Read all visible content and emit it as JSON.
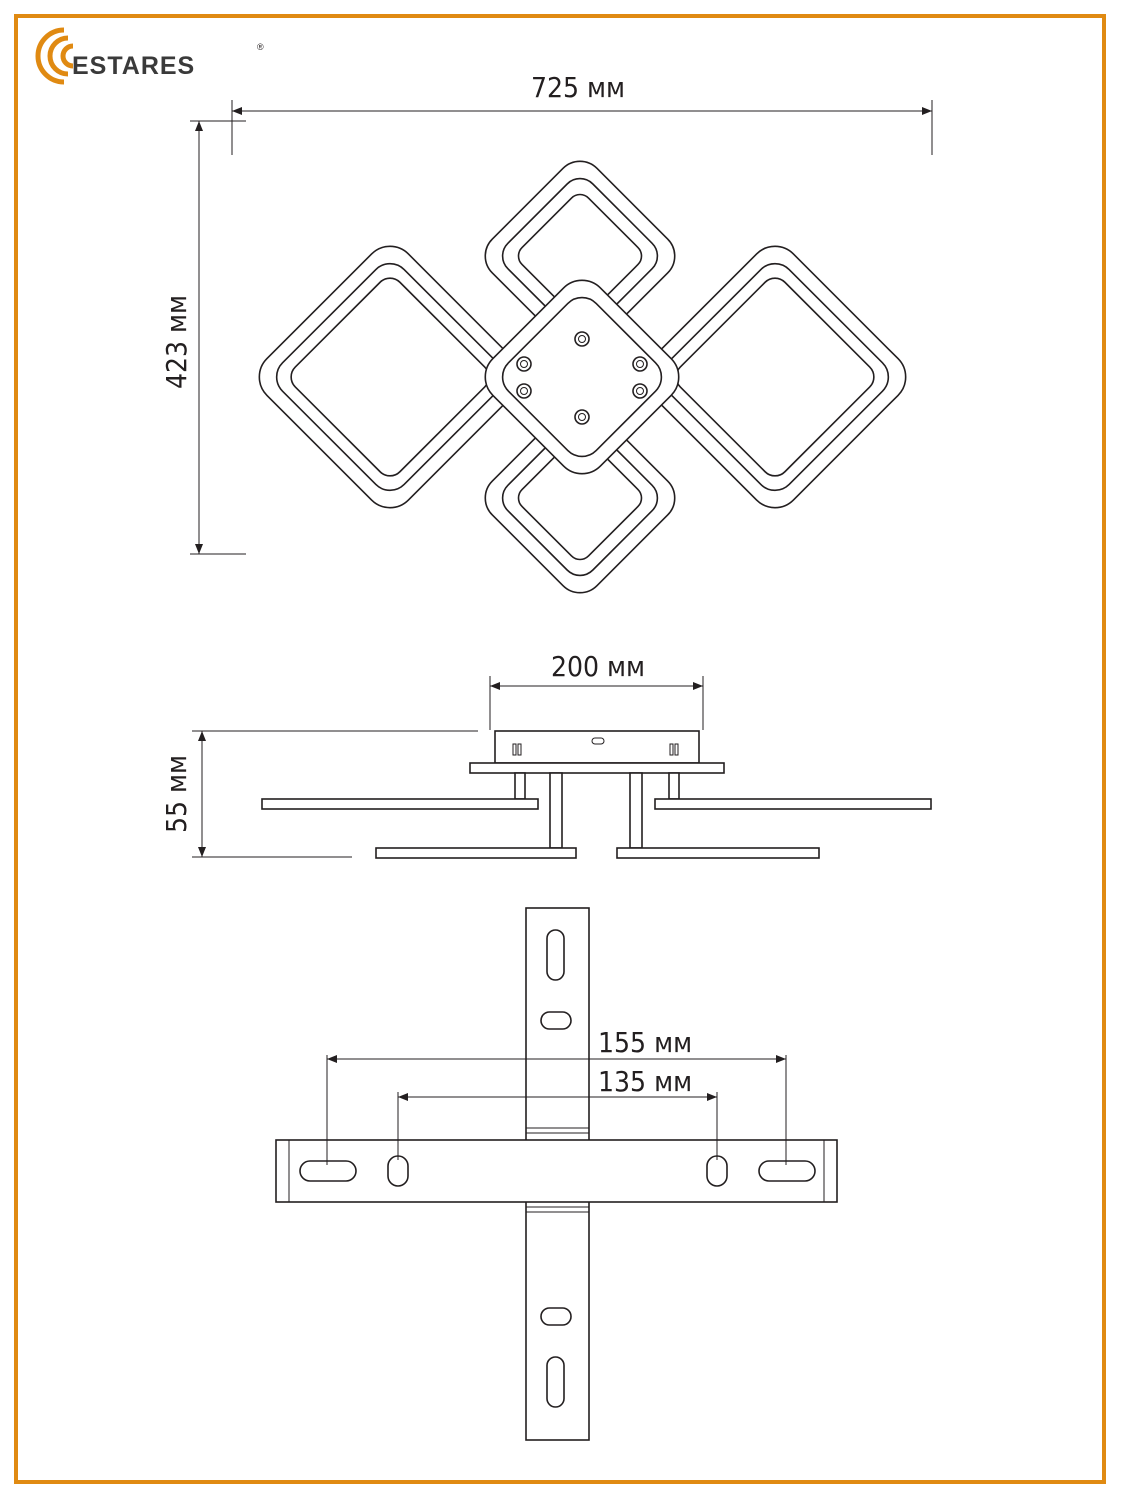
{
  "brand": {
    "name": "ESTARES",
    "registered": "®",
    "colors": {
      "accent": "#E08A12",
      "text": "#3a3a3a",
      "drawing": "#231f20"
    }
  },
  "top_view": {
    "width_label": "725 мм",
    "height_label": "423 мм"
  },
  "side_view": {
    "canopy_width_label": "200 мм",
    "height_label": "55 мм"
  },
  "bracket_view": {
    "outer_spacing_label": "155 мм",
    "inner_spacing_label": "135 мм"
  }
}
